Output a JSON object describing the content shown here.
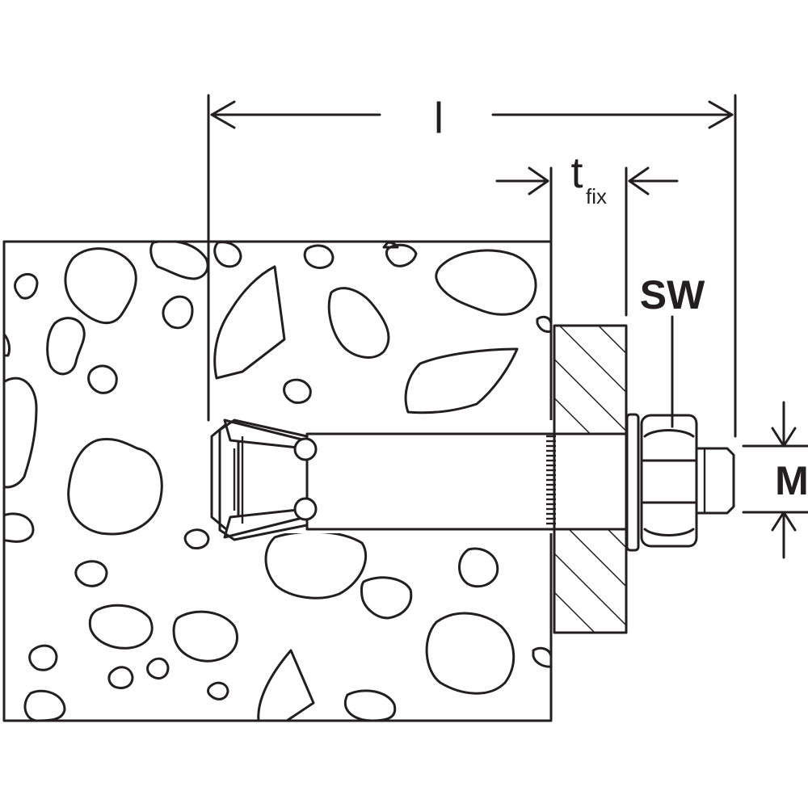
{
  "labels": {
    "length": "l",
    "fixture_thickness_main": "t",
    "fixture_thickness_sub": "fix",
    "wrench_size": "SW",
    "thread": "M"
  },
  "colors": {
    "line": "#231f20",
    "background": "#ffffff"
  }
}
